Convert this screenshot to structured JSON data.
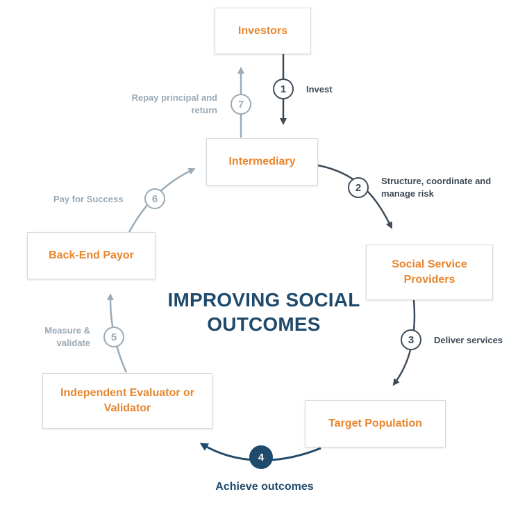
{
  "title": "IMPROVING SOCIAL OUTCOMES",
  "colors": {
    "box_text": "#e8862e",
    "dark": "#3d4a57",
    "light": "#9aaab6",
    "navy": "#1f4a6b"
  },
  "nodes": {
    "investors": "Investors",
    "intermediary": "Intermediary",
    "social_service_providers": "Social Service Providers",
    "target_population": "Target Population",
    "independent_evaluator": "Independent Evaluator or Validator",
    "back_end_payor": "Back-End Payor"
  },
  "steps": [
    {
      "number": "1",
      "label": "Invest"
    },
    {
      "number": "2",
      "label": "Structure, coordinate and manage risk"
    },
    {
      "number": "3",
      "label": "Deliver services"
    },
    {
      "number": "4",
      "label": "Achieve outcomes"
    },
    {
      "number": "5",
      "label": "Measure & validate"
    },
    {
      "number": "6",
      "label": "Pay for Success"
    },
    {
      "number": "7",
      "label": "Repay principal and return"
    }
  ]
}
